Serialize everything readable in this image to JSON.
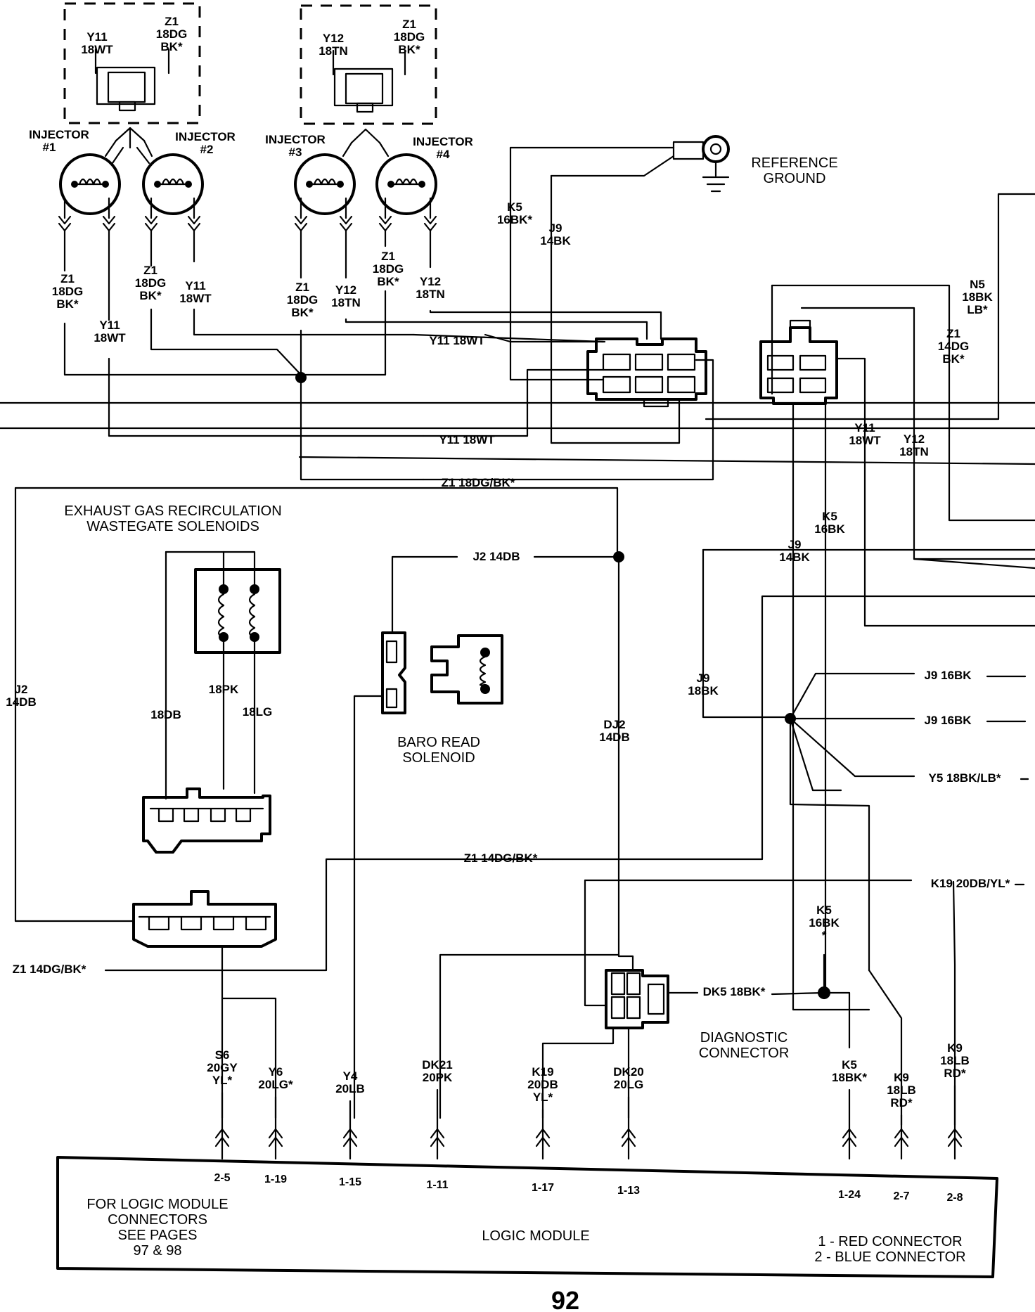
{
  "page_number": "92",
  "title": "",
  "injectors": {
    "inj1": {
      "label": "INJECTOR",
      "num": "#1"
    },
    "inj2": {
      "label": "INJECTOR",
      "num": "#2"
    },
    "inj3": {
      "label": "INJECTOR",
      "num": "#3"
    },
    "inj4": {
      "label": "INJECTOR",
      "num": "#4"
    }
  },
  "box1": {
    "left": [
      "Y11",
      "18WT"
    ],
    "right": [
      "Z1",
      "18DG",
      "BK*"
    ]
  },
  "box2": {
    "left": [
      "Y12",
      "18TN"
    ],
    "right": [
      "Z1",
      "18DG",
      "BK*"
    ]
  },
  "reference_ground": [
    "REFERENCE",
    "GROUND"
  ],
  "egr": [
    "EXHAUST GAS RECIRCULATION",
    "WASTEGATE SOLENOIDS"
  ],
  "baro": [
    "BARO READ",
    "SOLENOID"
  ],
  "diagnostic": [
    "DIAGNOSTIC",
    "CONNECTOR"
  ],
  "logic_module": {
    "title": "LOGIC MODULE",
    "note": [
      "FOR LOGIC MODULE",
      "CONNECTORS",
      "SEE PAGES",
      "97 & 98"
    ],
    "legend": [
      "1 - RED CONNECTOR",
      "2 - BLUE CONNECTOR"
    ]
  },
  "wire_labels": {
    "inj1_left": [
      "Z1",
      "18DG",
      "BK*"
    ],
    "inj1_right": [
      "Y11",
      "18WT"
    ],
    "inj2_left": [
      "Z1",
      "18DG",
      "BK*"
    ],
    "inj2_right": [
      "Y11",
      "18WT"
    ],
    "inj3_left": [
      "Z1",
      "18DG",
      "BK*"
    ],
    "inj3_right": [
      "Y12",
      "18TN"
    ],
    "inj4_left": [
      "Z1",
      "18DG",
      "BK*"
    ],
    "inj4_right": [
      "Y12",
      "18TN"
    ],
    "k5_top": [
      "K5",
      "16BK*"
    ],
    "j9_top": [
      "J9",
      "14BK"
    ],
    "n5": [
      "N5",
      "18BK",
      "LB*"
    ],
    "z1_right": [
      "Z1",
      "14DG",
      "BK*"
    ],
    "y11_row": "Y11 18WT",
    "y11_row2": "Y11 18WT",
    "z1_row": "Z1 18DG/BK*",
    "y11_right": [
      "Y11",
      "18WT"
    ],
    "y12_right": [
      "Y12",
      "18TN"
    ],
    "k5_mid": [
      "K5",
      "16BK"
    ],
    "j9_mid": [
      "J9",
      "14BK"
    ],
    "j2_row": "J2 14DB",
    "j2_left": [
      "J2",
      "14DB"
    ],
    "pk": "18PK",
    "db": "18DB",
    "lg": "18LG",
    "dj2": [
      "DJ2",
      "14DB"
    ],
    "j9_left": [
      "J9",
      "18BK"
    ],
    "j9_16a": "J9 16BK",
    "j9_16b": "J9 16BK",
    "y5": "Y5 18BK/LB*",
    "z1_mid": "Z1 14DG/BK*",
    "k19_row": "K19 20DB/YL*",
    "k5_low": [
      "K5",
      "16BK",
      "*"
    ],
    "z1_left": "Z1 14DG/BK*",
    "dk5": "DK5 18BK*"
  },
  "pins": [
    {
      "wire": [
        "S6",
        "20GY",
        "YL*"
      ],
      "pin": "2-5"
    },
    {
      "wire": [
        "Y6",
        "20LG*"
      ],
      "pin": "1-19"
    },
    {
      "wire": [
        "Y4",
        "20LB"
      ],
      "pin": "1-15"
    },
    {
      "wire": [
        "DK21",
        "20PK"
      ],
      "pin": "1-11"
    },
    {
      "wire": [
        "K19",
        "20DB",
        "YL*"
      ],
      "pin": "1-17"
    },
    {
      "wire": [
        "DK20",
        "20LG"
      ],
      "pin": "1-13"
    },
    {
      "wire": [
        "K5",
        "18BK*"
      ],
      "pin": "1-24"
    },
    {
      "wire": [
        "K9",
        "18LB",
        "RD*"
      ],
      "pin": "2-7"
    },
    {
      "wire": [
        "K9",
        "18LB",
        "RD*"
      ],
      "pin": "2-8"
    }
  ]
}
